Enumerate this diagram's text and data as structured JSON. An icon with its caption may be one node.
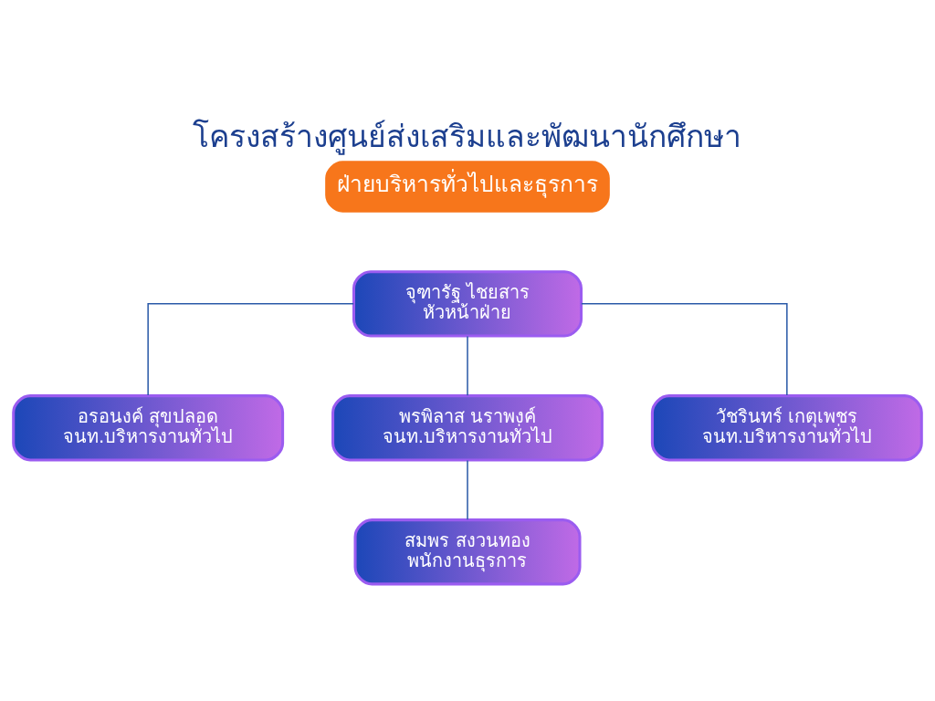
{
  "diagram": {
    "title": "โครงสร้างศูนย์ส่งเสริมและพัฒนานักศึกษา",
    "nodes": [
      {
        "text": [
          "ฝ่ายบริหารทั่วไปและธุรการ"
        ]
      },
      {
        "text": [
          "จุฑารัฐ ไชยสาร",
          "หัวหน้าฝ่าย"
        ]
      },
      {
        "text": [
          "อรอนงค์ สุขปลอด",
          "จนท.บริหารงานทั่วไป"
        ]
      },
      {
        "text": [
          "พรพิลาส นราพงค์",
          "จนท.บริหารงานทั่วไป"
        ]
      },
      {
        "text": [
          "วัชรินทร์ เกตุเพชร",
          "จนท.บริหารงานทั่วไป"
        ]
      },
      {
        "text": [
          "สมพร สงวนทอง",
          "พนักงานธุรการ"
        ]
      }
    ],
    "edges": [
      {
        "from": 1,
        "to": 2,
        "arrow": "none"
      },
      {
        "from": 1,
        "to": 3,
        "arrow": "none"
      },
      {
        "from": 1,
        "to": 4,
        "arrow": "none"
      },
      {
        "from": 3,
        "to": 5,
        "arrow": "none"
      }
    ]
  }
}
